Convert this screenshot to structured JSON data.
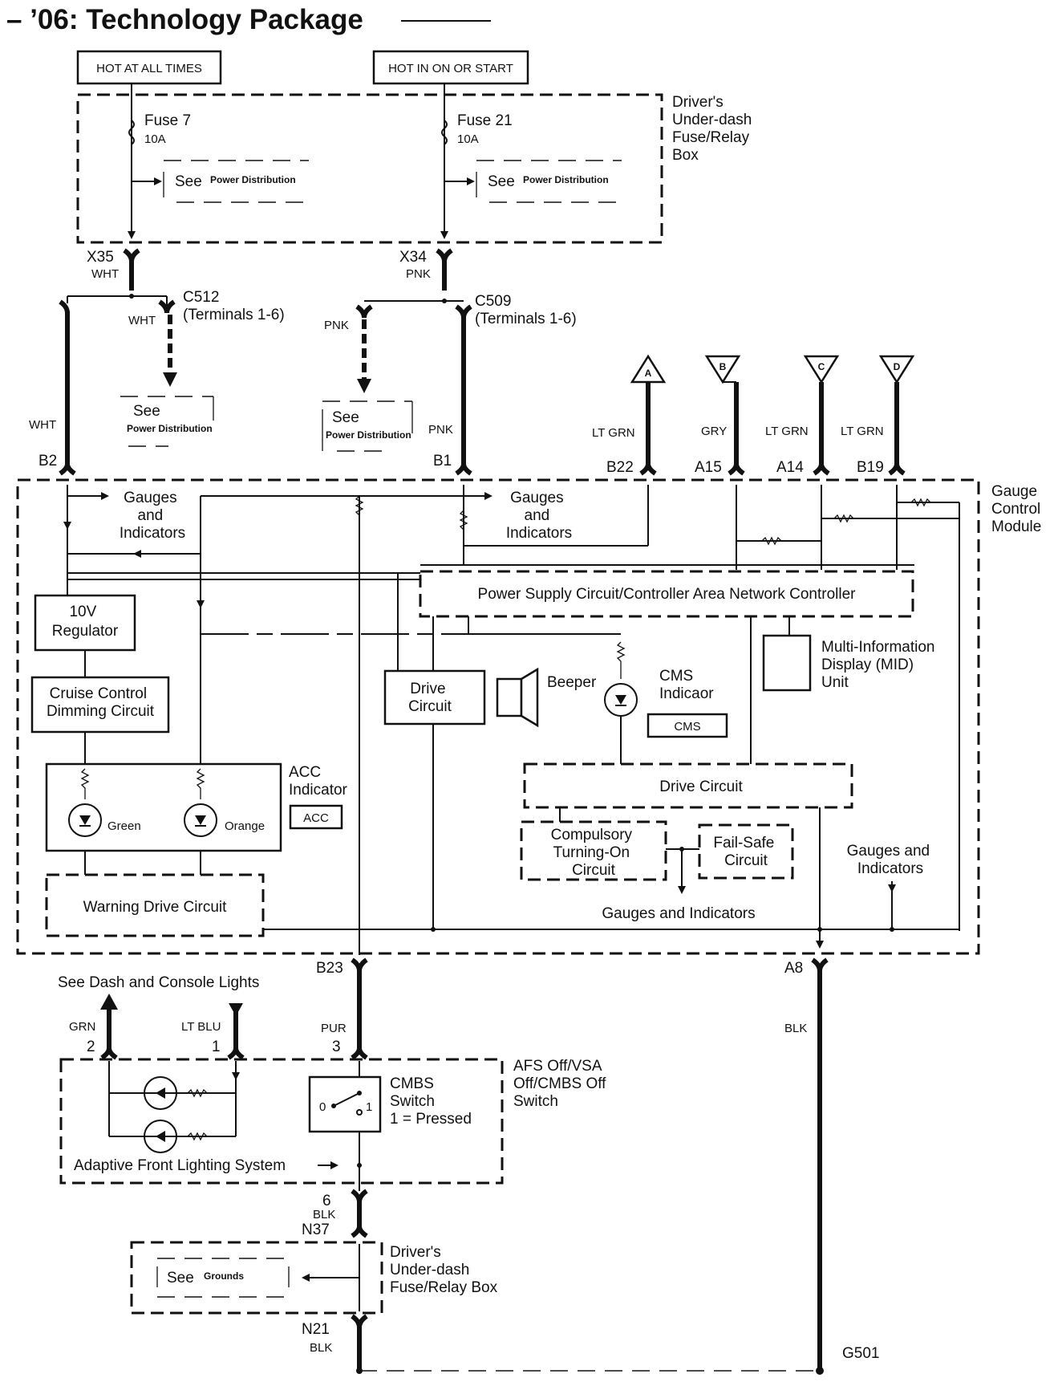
{
  "title": "– ’06: Technology Package",
  "power_sources": {
    "hot_all_times": "HOT AT ALL TIMES",
    "hot_on_start": "HOT IN ON OR START"
  },
  "fuse_box_top": {
    "label_lines": [
      "Driver's",
      "Under-dash",
      "Fuse/Relay",
      "Box"
    ]
  },
  "fuses": [
    {
      "name": "Fuse 7",
      "rating": "10A"
    },
    {
      "name": "Fuse 21",
      "rating": "10A"
    }
  ],
  "see_refs": {
    "see": "See",
    "power_distribution": "Power Distribution",
    "grounds": "Grounds"
  },
  "connectors": {
    "x35": "X35",
    "x34": "X34",
    "c512": "C512",
    "c509": "C509",
    "terminals": "(Terminals 1-6)",
    "b2": "B2",
    "b1": "B1",
    "b22": "B22",
    "a15": "A15",
    "a14": "A14",
    "b19": "B19",
    "b23": "B23",
    "a8": "A8",
    "n37": "N37",
    "n21": "N21",
    "g501": "G501"
  },
  "wire_colors": {
    "wht": "WHT",
    "pnk": "PNK",
    "lt_grn": "LT GRN",
    "gry": "GRY",
    "grn": "GRN",
    "lt_blu": "LT BLU",
    "pur": "PUR",
    "blk": "BLK"
  },
  "offpage": [
    "A",
    "B",
    "C",
    "D"
  ],
  "gcm": {
    "label_lines": [
      "Gauge",
      "Control",
      "Module"
    ],
    "gauges_indicators_lines": [
      "Gauges",
      "and",
      "Indicators"
    ],
    "power_supply": "Power Supply Circuit/Controller Area Network Controller",
    "regulator_lines": [
      "10V",
      "Regulator"
    ],
    "cruise_lines": [
      "Cruise Control",
      "Dimming Circuit"
    ],
    "acc_lines": [
      "ACC",
      "Indicator"
    ],
    "acc_tag": "ACC",
    "green": "Green",
    "orange": "Orange",
    "warning_drive": "Warning Drive Circuit",
    "drive_circuit_lines": [
      "Drive",
      "Circuit"
    ],
    "beeper": "Beeper",
    "cms_lines": [
      "CMS",
      "Indicaor"
    ],
    "cms_tag": "CMS",
    "mid_lines": [
      "Multi-Information",
      "Display (MID)",
      "Unit"
    ],
    "drive_circuit2": "Drive Circuit",
    "compulsory_lines": [
      "Compulsory",
      "Turning-On",
      "Circuit"
    ],
    "failsafe_lines": [
      "Fail-Safe",
      "Circuit"
    ],
    "gauges_inline": "Gauges and Indicators",
    "gauges_two_lines": [
      "Gauges and",
      "Indicators"
    ]
  },
  "bottom": {
    "dash_lights": "See Dash and Console Lights",
    "pin2": "2",
    "pin1": "1",
    "pin3": "3",
    "pin6": "6",
    "switch_label_lines": [
      "AFS Off/VSA",
      "Off/CMBS Off",
      "Switch"
    ],
    "cmbs_lines": [
      "CMBS",
      "Switch",
      "1 = Pressed"
    ],
    "sw0": "0",
    "sw1": "1",
    "afs": "Adaptive Front Lighting System",
    "fuse_box_lines": [
      "Driver's",
      "Under-dash",
      "Fuse/Relay Box"
    ]
  }
}
